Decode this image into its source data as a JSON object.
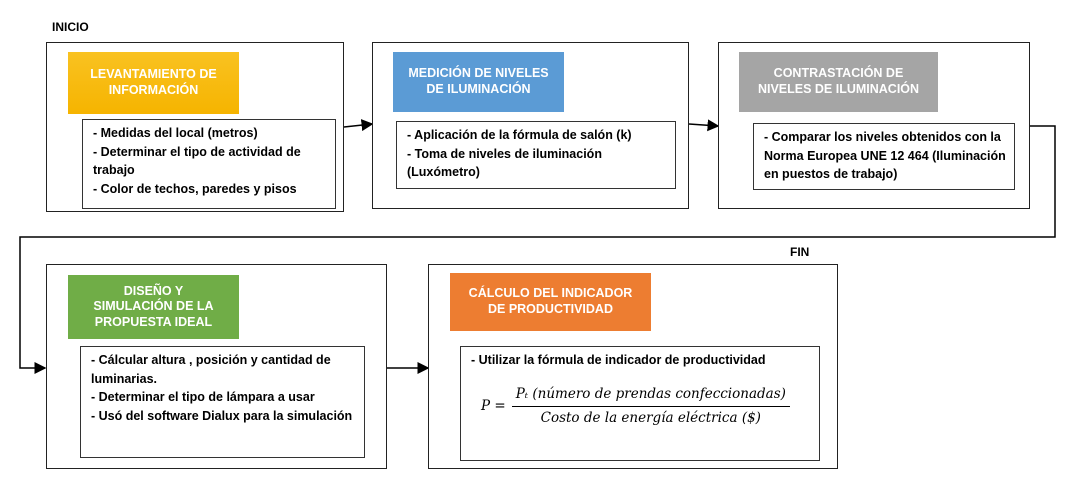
{
  "labels": {
    "start": "INICIO",
    "end": "FIN"
  },
  "steps": [
    {
      "title": "LEVANTAMIENTO DE\nINFORMACIÓN",
      "color": "#FFC000",
      "items": [
        "- Medidas del local (metros)",
        "- Determinar el tipo de actividad de trabajo",
        "- Color de techos, paredes y pisos"
      ]
    },
    {
      "title": "MEDICIÓN DE NIVELES\nDE ILUMINACIÓN",
      "color": "#5B9BD5",
      "items": [
        "- Aplicación de la fórmula de salón (k)",
        "- Toma de niveles de iluminación (Luxómetro)"
      ]
    },
    {
      "title": "CONTRASTACIÓN DE\nNIVELES DE ILUMINACIÓN",
      "color": "#A5A5A5",
      "items": [
        "- Comparar los niveles obtenidos con la Norma Europea UNE 12 464 (Iluminación en puestos de trabajo)"
      ]
    },
    {
      "title": "DISEÑO   Y\nSIMULACIÓN DE LA\nPROPUESTA IDEAL",
      "color": "#70AD47",
      "items": [
        "- Cálcular altura , posición y  cantidad de luminarias.",
        "- Determinar el tipo de lámpara a usar",
        "- Usó del software Dialux para la simulación"
      ]
    },
    {
      "title": "CÁLCULO DEL INDICADOR\nDE PRODUCTIVIDAD",
      "color": "#ED7D31",
      "items": [
        "- Utilizar la fórmula de indicador de productividad"
      ],
      "formula": {
        "lhs": "P =",
        "numerator": "Pₜ (número de prendas confeccionadas)",
        "denominator": "Costo de la  energía eléctrica ($)"
      }
    }
  ]
}
